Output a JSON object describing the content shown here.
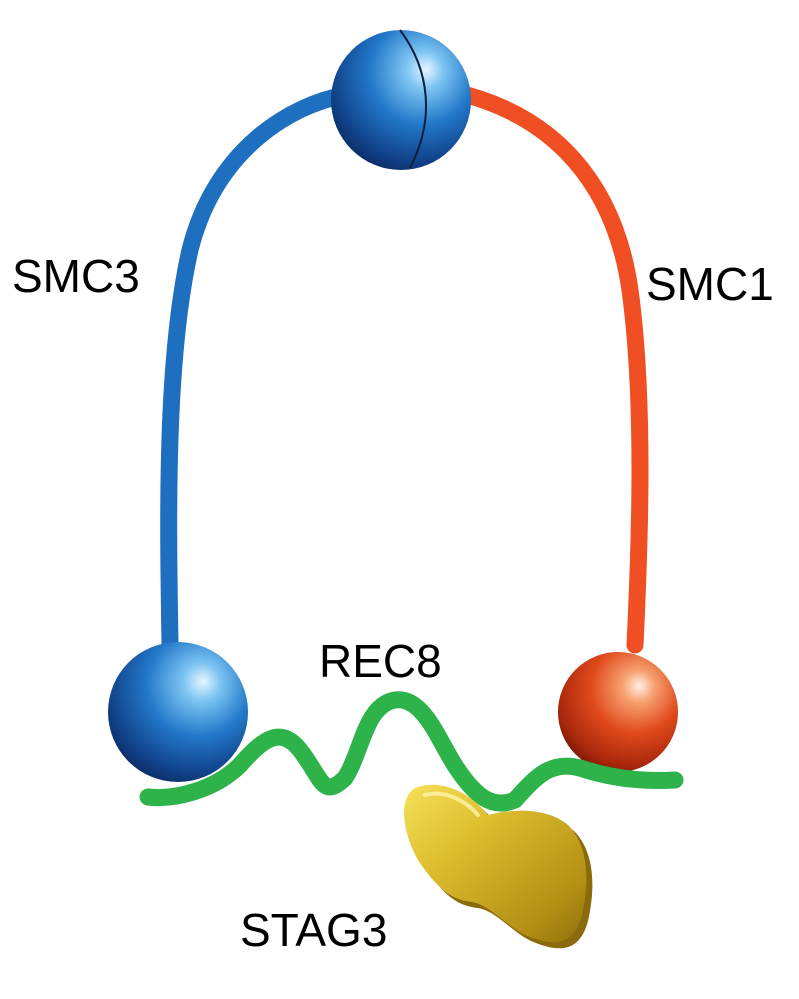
{
  "labels": {
    "smc3": "SMC3",
    "smc1": "SMC1",
    "rec8": "REC8",
    "stag3": "STAG3"
  },
  "colors": {
    "smc3_arm": "#1e6fbf",
    "smc1_arm": "#f04e23",
    "rec8": "#2db34a",
    "stag3": "#d4b52a",
    "blue_sphere": "#1a5fb4",
    "red_sphere": "#d9461e",
    "background": "#ffffff"
  }
}
